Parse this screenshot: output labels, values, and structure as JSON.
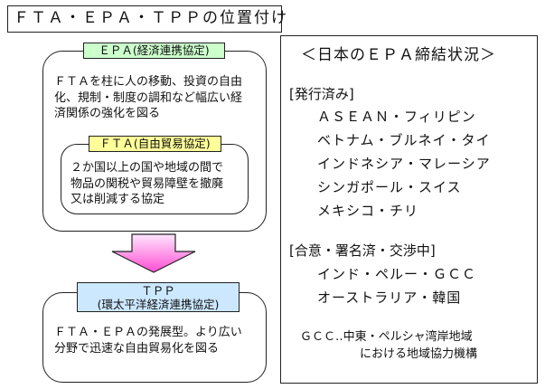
{
  "title": "ＦＴＡ・ＥＰＡ・ＴＰＰの位置付け",
  "epa": {
    "label": "ＥＰＡ(経済連携協定)",
    "description": "ＦＴＡを柱に人の移動、投資の自由\n化、規制・制度の調和など幅広い経\n済関係の強化を図る"
  },
  "fta": {
    "label": "ＦＴＡ(自由貿易協定)",
    "description": "２か国以上の国や地域の間で\n物品の関税や貿易障壁を撤廃\n又は削減する協定"
  },
  "tpp": {
    "label_line1": "ＴＰＰ",
    "label_line2": "(環太平洋経済連携協定)",
    "description": "ＦＴＡ・ＥＰＡの発展型。より広い\n分野で迅速な自由貿易化を図る"
  },
  "status": {
    "heading": "＜日本のＥＰＡ締結状況＞",
    "enacted_heading": "[発行済み]",
    "enacted": [
      "ＡＳＥＡＮ・フィリピン",
      "ベトナム・ブルネイ・タイ",
      "インドネシア・マレーシア",
      "シンガポール・スイス",
      "メキシコ・チリ"
    ],
    "negotiating_heading": "[合意・署名済・交渉中]",
    "negotiating": [
      "インド・ペルー・ＧＣＣ",
      "オーストラリア・韓国"
    ],
    "note_line1": "ＧＣＣ‥中東・ペルシャ湾岸地域",
    "note_line2": "における地域協力機構"
  },
  "colors": {
    "epa_tag": "#ccffcc",
    "fta_tag": "#ffff99",
    "tpp_tag": "#cce8ff",
    "arrow_top": "#ffe6ff",
    "arrow_bottom": "#ff4dd2"
  }
}
